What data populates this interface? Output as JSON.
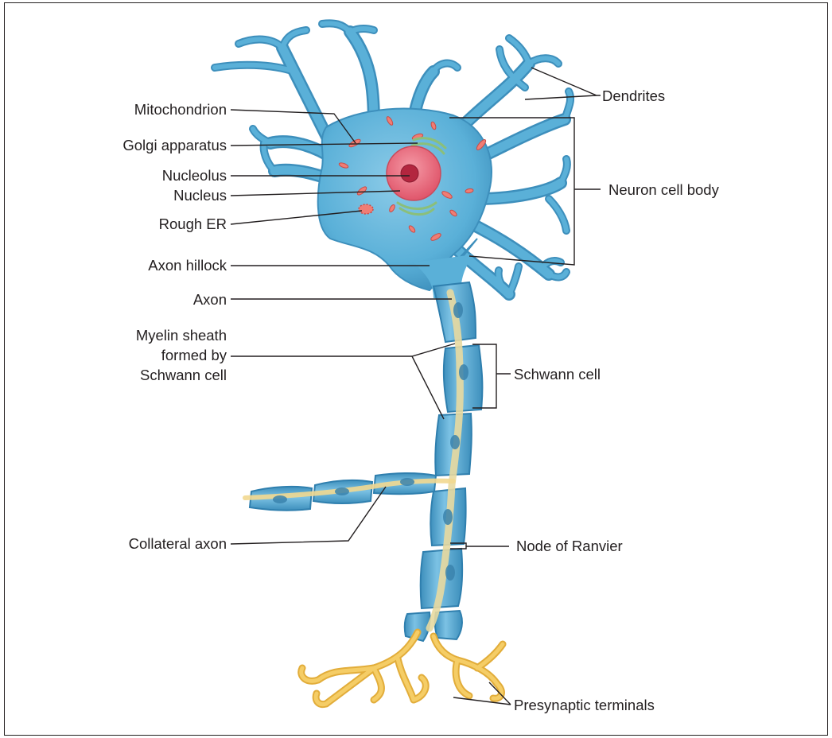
{
  "diagram": {
    "labels": {
      "dendrites": "Dendrites",
      "mitochondrion": "Mitochondrion",
      "golgi": "Golgi apparatus",
      "nucleolus": "Nucleolus",
      "nucleus": "Nucleus",
      "rough_er": "Rough ER",
      "cell_body": "Neuron cell body",
      "axon_hillock": "Axon hillock",
      "axon": "Axon",
      "myelin": "Myelin sheath\nformed by\nSchwann cell",
      "schwann": "Schwann cell",
      "collateral": "Collateral axon",
      "node": "Node of Ranvier",
      "presynaptic": "Presynaptic terminals"
    },
    "colors": {
      "cell": "#5ab0d8",
      "cell_dark": "#3d8fbc",
      "cell_light": "#9fd3ec",
      "axon_core": "#e8d9a0",
      "terminal": "#f2c453",
      "nucleus": "#ec6a7a",
      "nucleolus": "#b3263f",
      "organelle": "#f07d74",
      "golgi": "#8bbf7a",
      "line": "#231f20"
    }
  }
}
